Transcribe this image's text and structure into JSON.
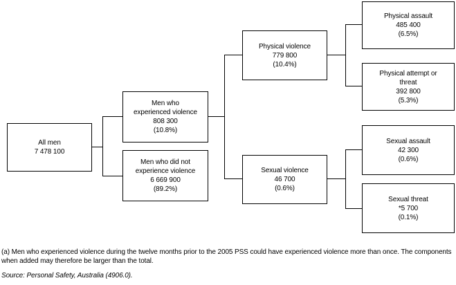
{
  "figure": {
    "background_color": "#ffffff",
    "line_color": "#000000",
    "type": "tree-diagram"
  },
  "tree": {
    "nodes": {
      "all_men": {
        "lines": [
          "All men",
          "7 478 100"
        ]
      },
      "experienced": {
        "lines": [
          "Men who",
          "experienced violence",
          "808 300",
          "(10.8%)"
        ]
      },
      "not_experienced": {
        "lines": [
          "Men who did not",
          "experience violence",
          "6 669 900",
          "(89.2%)"
        ]
      },
      "physical_violence": {
        "lines": [
          "Physical violence",
          "779 800",
          "(10.4%)"
        ]
      },
      "sexual_violence": {
        "lines": [
          "Sexual violence",
          "46 700",
          "(0.6%)"
        ]
      },
      "physical_assault": {
        "lines": [
          "Physical assault",
          "485 400",
          "(6.5%)"
        ]
      },
      "physical_attempt_or_threat": {
        "lines": [
          "Physical attempt or",
          "threat",
          "392 800",
          "(5.3%)"
        ]
      },
      "sexual_assault": {
        "lines": [
          "Sexual assault",
          "42 300",
          "(0.6%)"
        ]
      },
      "sexual_threat": {
        "lines": [
          "Sexual threat",
          "*5 700",
          "(0.1%)"
        ]
      }
    }
  },
  "footnote": "(a) Men who experienced violence during the twelve months prior to the 2005 PSS could have experienced violence more than once. The components when added may therefore be larger than the total.",
  "source": "Source: Personal Safety, Australia (4906.0)."
}
